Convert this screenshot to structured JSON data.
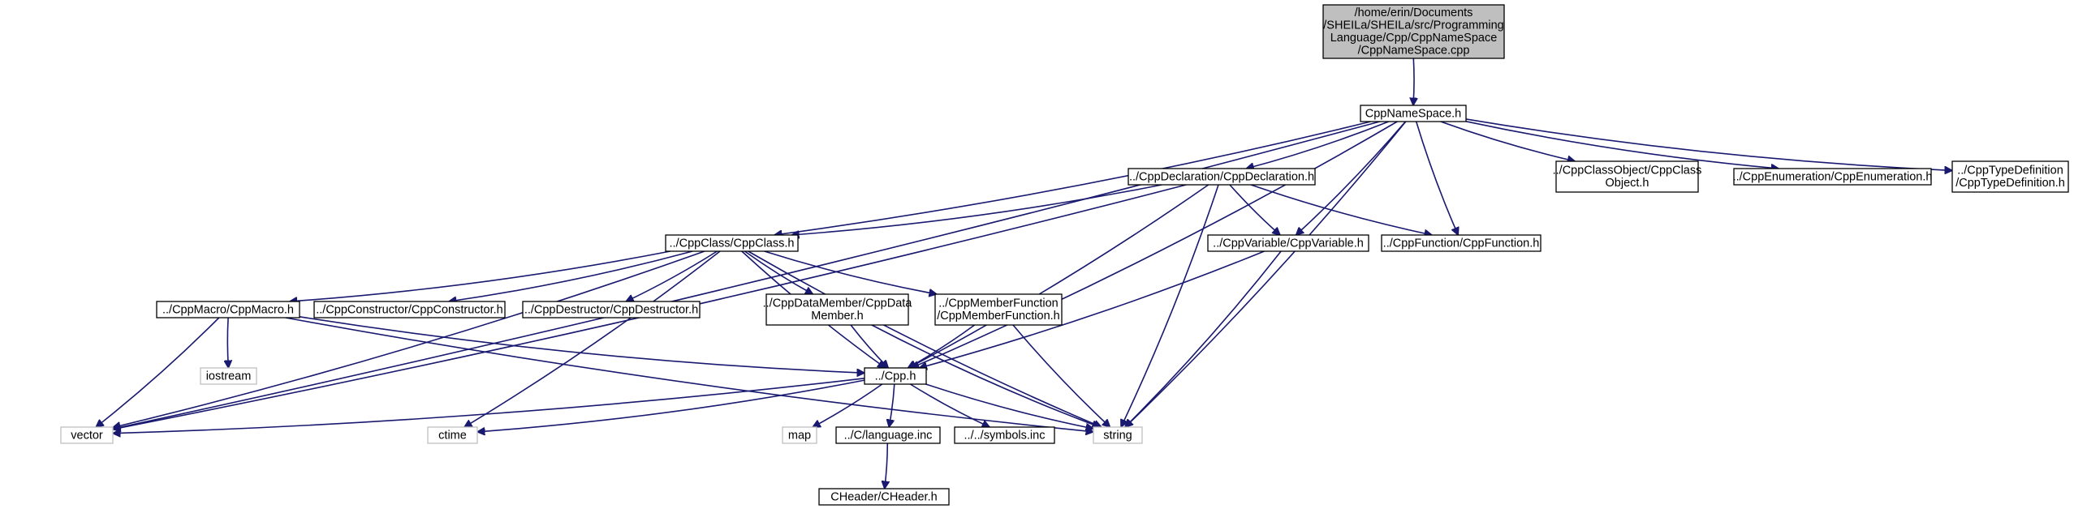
{
  "colors": {
    "edge": "#191970",
    "root_fill": "#bfbfbf",
    "node_fill": "#ffffff",
    "node_border": "#000000",
    "system_border": "#bfbfbf"
  },
  "nodes": [
    {
      "id": "root",
      "lines": [
        "/home/erin/Documents",
        "/SHEILa/SHEILa/src/Programming",
        "Language/Cpp/CppNameSpace",
        "/CppNameSpace.cpp"
      ],
      "kind": "root"
    },
    {
      "id": "ns",
      "lines": [
        "CppNameSpace.h"
      ],
      "kind": "header"
    },
    {
      "id": "decl",
      "lines": [
        "../CppDeclaration/CppDeclaration.h"
      ],
      "kind": "header"
    },
    {
      "id": "classobj",
      "lines": [
        "../CppClassObject/CppClass",
        "Object.h"
      ],
      "kind": "header"
    },
    {
      "id": "enum",
      "lines": [
        "../CppEnumeration/CppEnumeration.h"
      ],
      "kind": "header"
    },
    {
      "id": "typedef",
      "lines": [
        "../CppTypeDefinition",
        "/CppTypeDefinition.h"
      ],
      "kind": "header"
    },
    {
      "id": "class",
      "lines": [
        "../CppClass/CppClass.h"
      ],
      "kind": "header"
    },
    {
      "id": "var",
      "lines": [
        "../CppVariable/CppVariable.h"
      ],
      "kind": "header"
    },
    {
      "id": "func",
      "lines": [
        "../CppFunction/CppFunction.h"
      ],
      "kind": "header"
    },
    {
      "id": "macro",
      "lines": [
        "../CppMacro/CppMacro.h"
      ],
      "kind": "header"
    },
    {
      "id": "ctor",
      "lines": [
        "../CppConstructor/CppConstructor.h"
      ],
      "kind": "header"
    },
    {
      "id": "dtor",
      "lines": [
        "../CppDestructor/CppDestructor.h"
      ],
      "kind": "header"
    },
    {
      "id": "datamember",
      "lines": [
        "../CppDataMember/CppData",
        "Member.h"
      ],
      "kind": "header"
    },
    {
      "id": "memberfunc",
      "lines": [
        "../CppMemberFunction",
        "/CppMemberFunction.h"
      ],
      "kind": "header"
    },
    {
      "id": "cpp",
      "lines": [
        "../Cpp.h"
      ],
      "kind": "header"
    },
    {
      "id": "iostream",
      "lines": [
        "iostream"
      ],
      "kind": "system"
    },
    {
      "id": "vector",
      "lines": [
        "vector"
      ],
      "kind": "system"
    },
    {
      "id": "ctime",
      "lines": [
        "ctime"
      ],
      "kind": "system"
    },
    {
      "id": "map",
      "lines": [
        "map"
      ],
      "kind": "system"
    },
    {
      "id": "lang",
      "lines": [
        "../C/language.inc"
      ],
      "kind": "header"
    },
    {
      "id": "symbols",
      "lines": [
        "../../symbols.inc"
      ],
      "kind": "header"
    },
    {
      "id": "string",
      "lines": [
        "string"
      ],
      "kind": "system"
    },
    {
      "id": "cheader",
      "lines": [
        "CHeader/CHeader.h"
      ],
      "kind": "header"
    }
  ],
  "edges": [
    {
      "from": "root",
      "to": "ns"
    },
    {
      "from": "ns",
      "to": "decl"
    },
    {
      "from": "ns",
      "to": "classobj"
    },
    {
      "from": "ns",
      "to": "enum"
    },
    {
      "from": "ns",
      "to": "typedef"
    },
    {
      "from": "ns",
      "to": "class"
    },
    {
      "from": "ns",
      "to": "var"
    },
    {
      "from": "ns",
      "to": "func"
    },
    {
      "from": "ns",
      "to": "cpp"
    },
    {
      "from": "ns",
      "to": "vector"
    },
    {
      "from": "ns",
      "to": "string"
    },
    {
      "from": "decl",
      "to": "class"
    },
    {
      "from": "decl",
      "to": "var"
    },
    {
      "from": "decl",
      "to": "func"
    },
    {
      "from": "decl",
      "to": "cpp"
    },
    {
      "from": "decl",
      "to": "vector"
    },
    {
      "from": "decl",
      "to": "string"
    },
    {
      "from": "class",
      "to": "macro"
    },
    {
      "from": "class",
      "to": "ctor"
    },
    {
      "from": "class",
      "to": "dtor"
    },
    {
      "from": "class",
      "to": "datamember"
    },
    {
      "from": "class",
      "to": "memberfunc"
    },
    {
      "from": "class",
      "to": "cpp"
    },
    {
      "from": "class",
      "to": "vector"
    },
    {
      "from": "class",
      "to": "ctime"
    },
    {
      "from": "class",
      "to": "string"
    },
    {
      "from": "var",
      "to": "cpp"
    },
    {
      "from": "var",
      "to": "string"
    },
    {
      "from": "macro",
      "to": "iostream"
    },
    {
      "from": "macro",
      "to": "vector"
    },
    {
      "from": "macro",
      "to": "cpp"
    },
    {
      "from": "macro",
      "to": "string"
    },
    {
      "from": "datamember",
      "to": "cpp"
    },
    {
      "from": "datamember",
      "to": "string"
    },
    {
      "from": "memberfunc",
      "to": "cpp"
    },
    {
      "from": "memberfunc",
      "to": "string"
    },
    {
      "from": "cpp",
      "to": "vector"
    },
    {
      "from": "cpp",
      "to": "ctime"
    },
    {
      "from": "cpp",
      "to": "map"
    },
    {
      "from": "cpp",
      "to": "lang"
    },
    {
      "from": "cpp",
      "to": "symbols"
    },
    {
      "from": "cpp",
      "to": "string"
    },
    {
      "from": "lang",
      "to": "cheader"
    }
  ]
}
